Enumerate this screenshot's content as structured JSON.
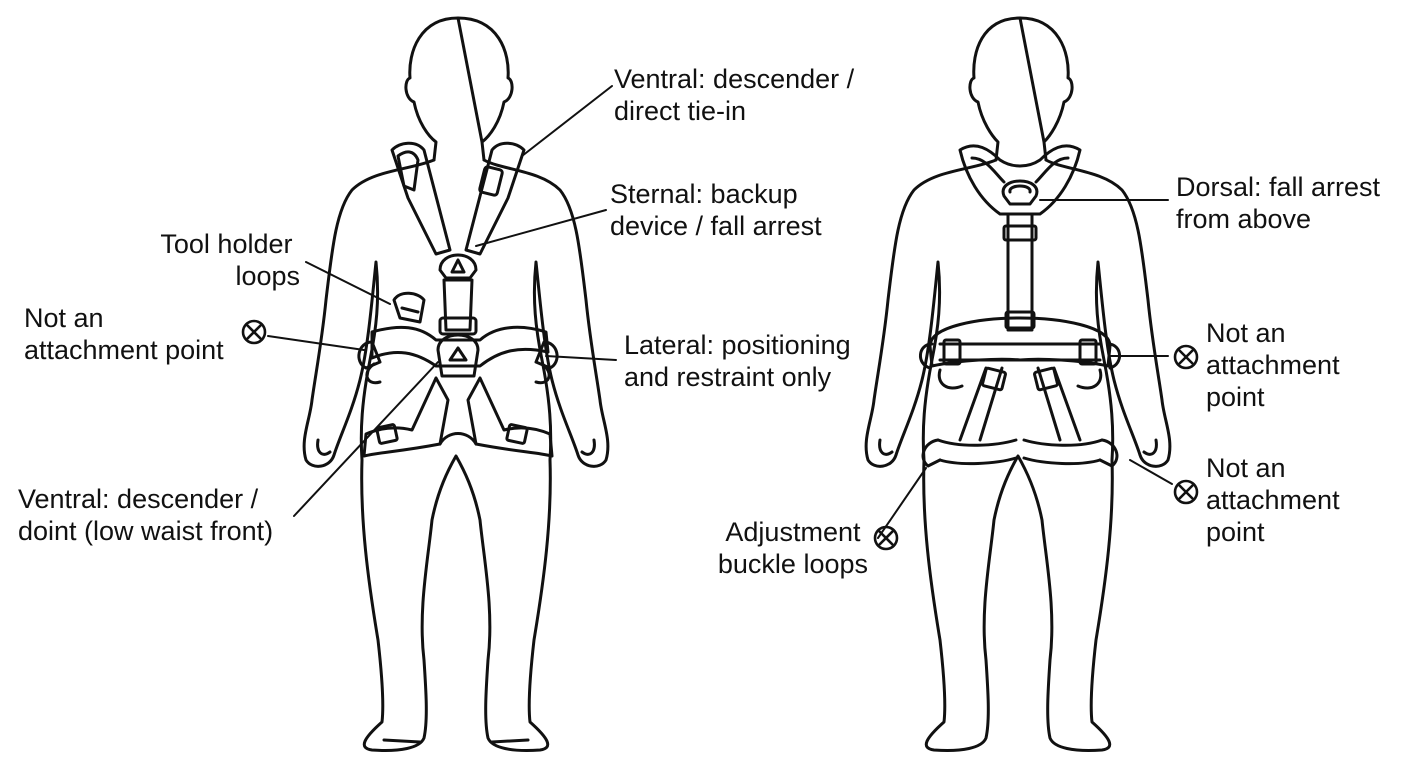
{
  "labels": {
    "front_ventral_top": [
      "Ventral: descender /",
      "direct tie-in"
    ],
    "front_sternal": [
      "Sternal: backup",
      "device / fall arrest"
    ],
    "front_tool_holder": [
      "Tool holder",
      "loops"
    ],
    "front_not_attachment": [
      "Not an",
      "attachment point"
    ],
    "front_lateral": [
      "Lateral: positioning",
      "and restraint only"
    ],
    "front_ventral_low": [
      "Ventral: descender /",
      "doint (low waist front)"
    ],
    "back_dorsal": [
      "Dorsal: fall arrest",
      "from above"
    ],
    "back_not_attachment_upper": [
      "Not an",
      "attachment",
      "point"
    ],
    "back_not_attachment_lower": [
      "Not an",
      "attachment",
      "point"
    ],
    "back_adjustment": [
      "Adjustment",
      "buckle loops"
    ]
  },
  "colors": {
    "line": "#111111",
    "background": "#ffffff",
    "padding": "#dedede"
  },
  "icons": {
    "no_attachment": "circled-x-icon"
  }
}
